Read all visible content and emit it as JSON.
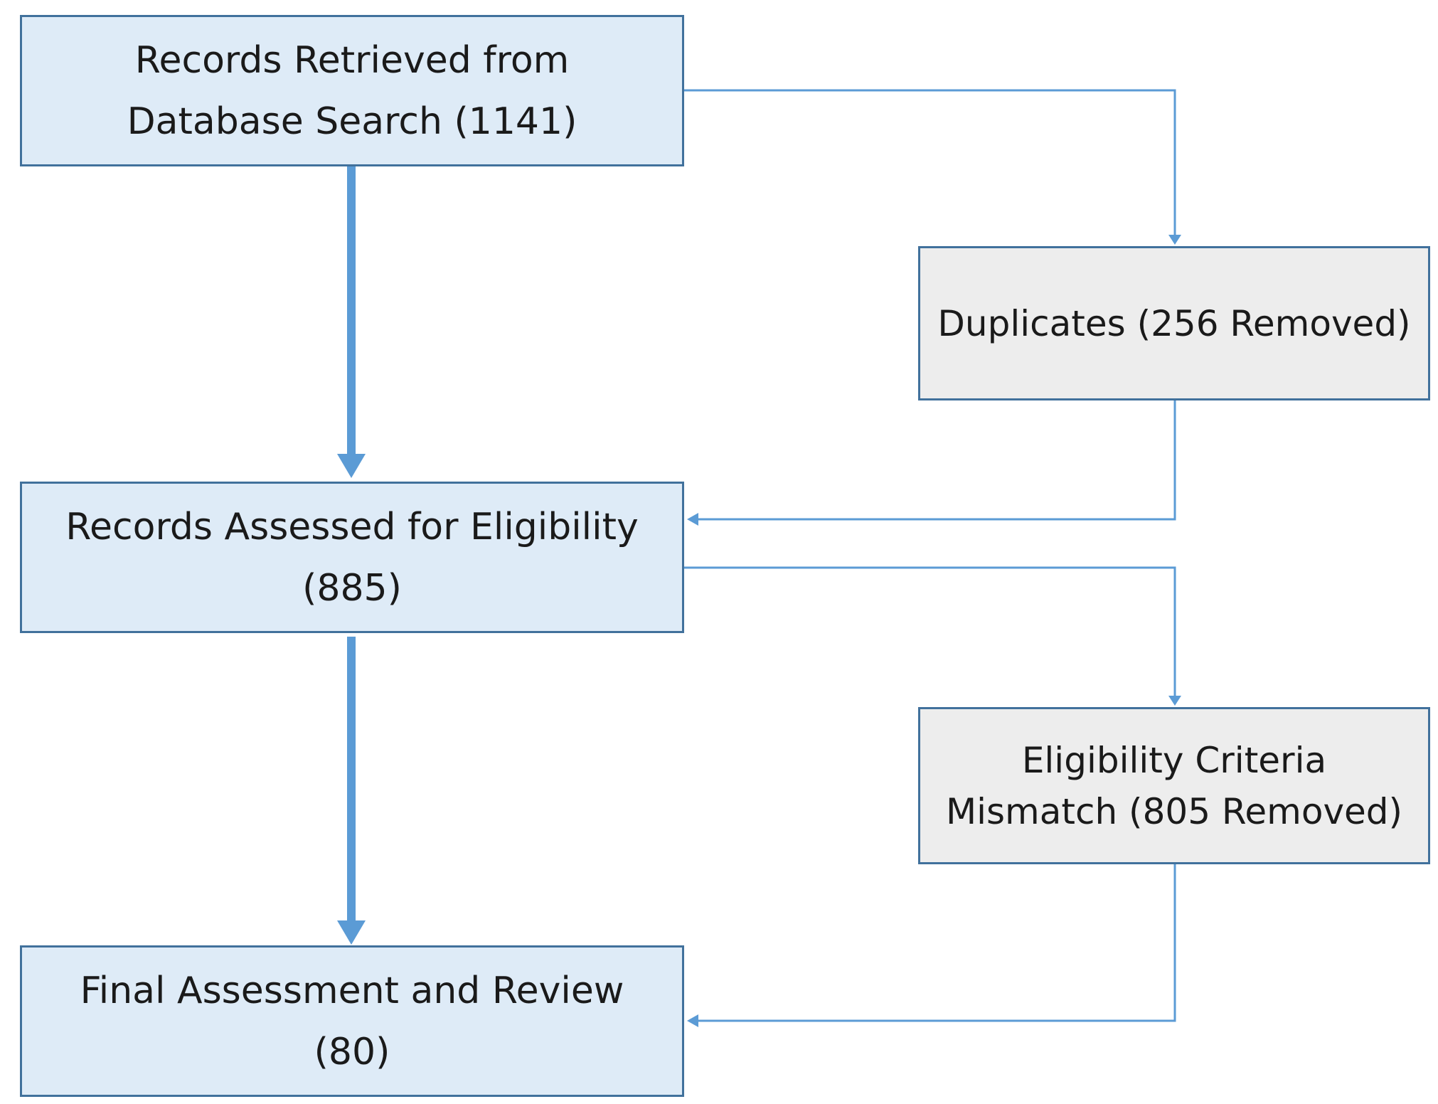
{
  "boxes": {
    "records_retrieved": {
      "line1": "Records Retrieved from",
      "line2": "Database Search (1141)"
    },
    "records_assessed": {
      "line1": "Records Assessed for Eligibility",
      "line2": "(885)"
    },
    "final_assessment": {
      "line1": "Final Assessment and Review",
      "line2": "(80)"
    },
    "duplicates": {
      "line1": "Duplicates (256 Removed)"
    },
    "criteria_mismatch": {
      "line1": "Eligibility Criteria",
      "line2": "Mismatch (805 Removed)"
    }
  },
  "colors": {
    "main_box_fill": "#deebf7",
    "side_box_fill": "#ededed",
    "box_border": "#41719c",
    "main_arrow": "#5b9bd5",
    "side_connector": "#5b9bd5"
  }
}
